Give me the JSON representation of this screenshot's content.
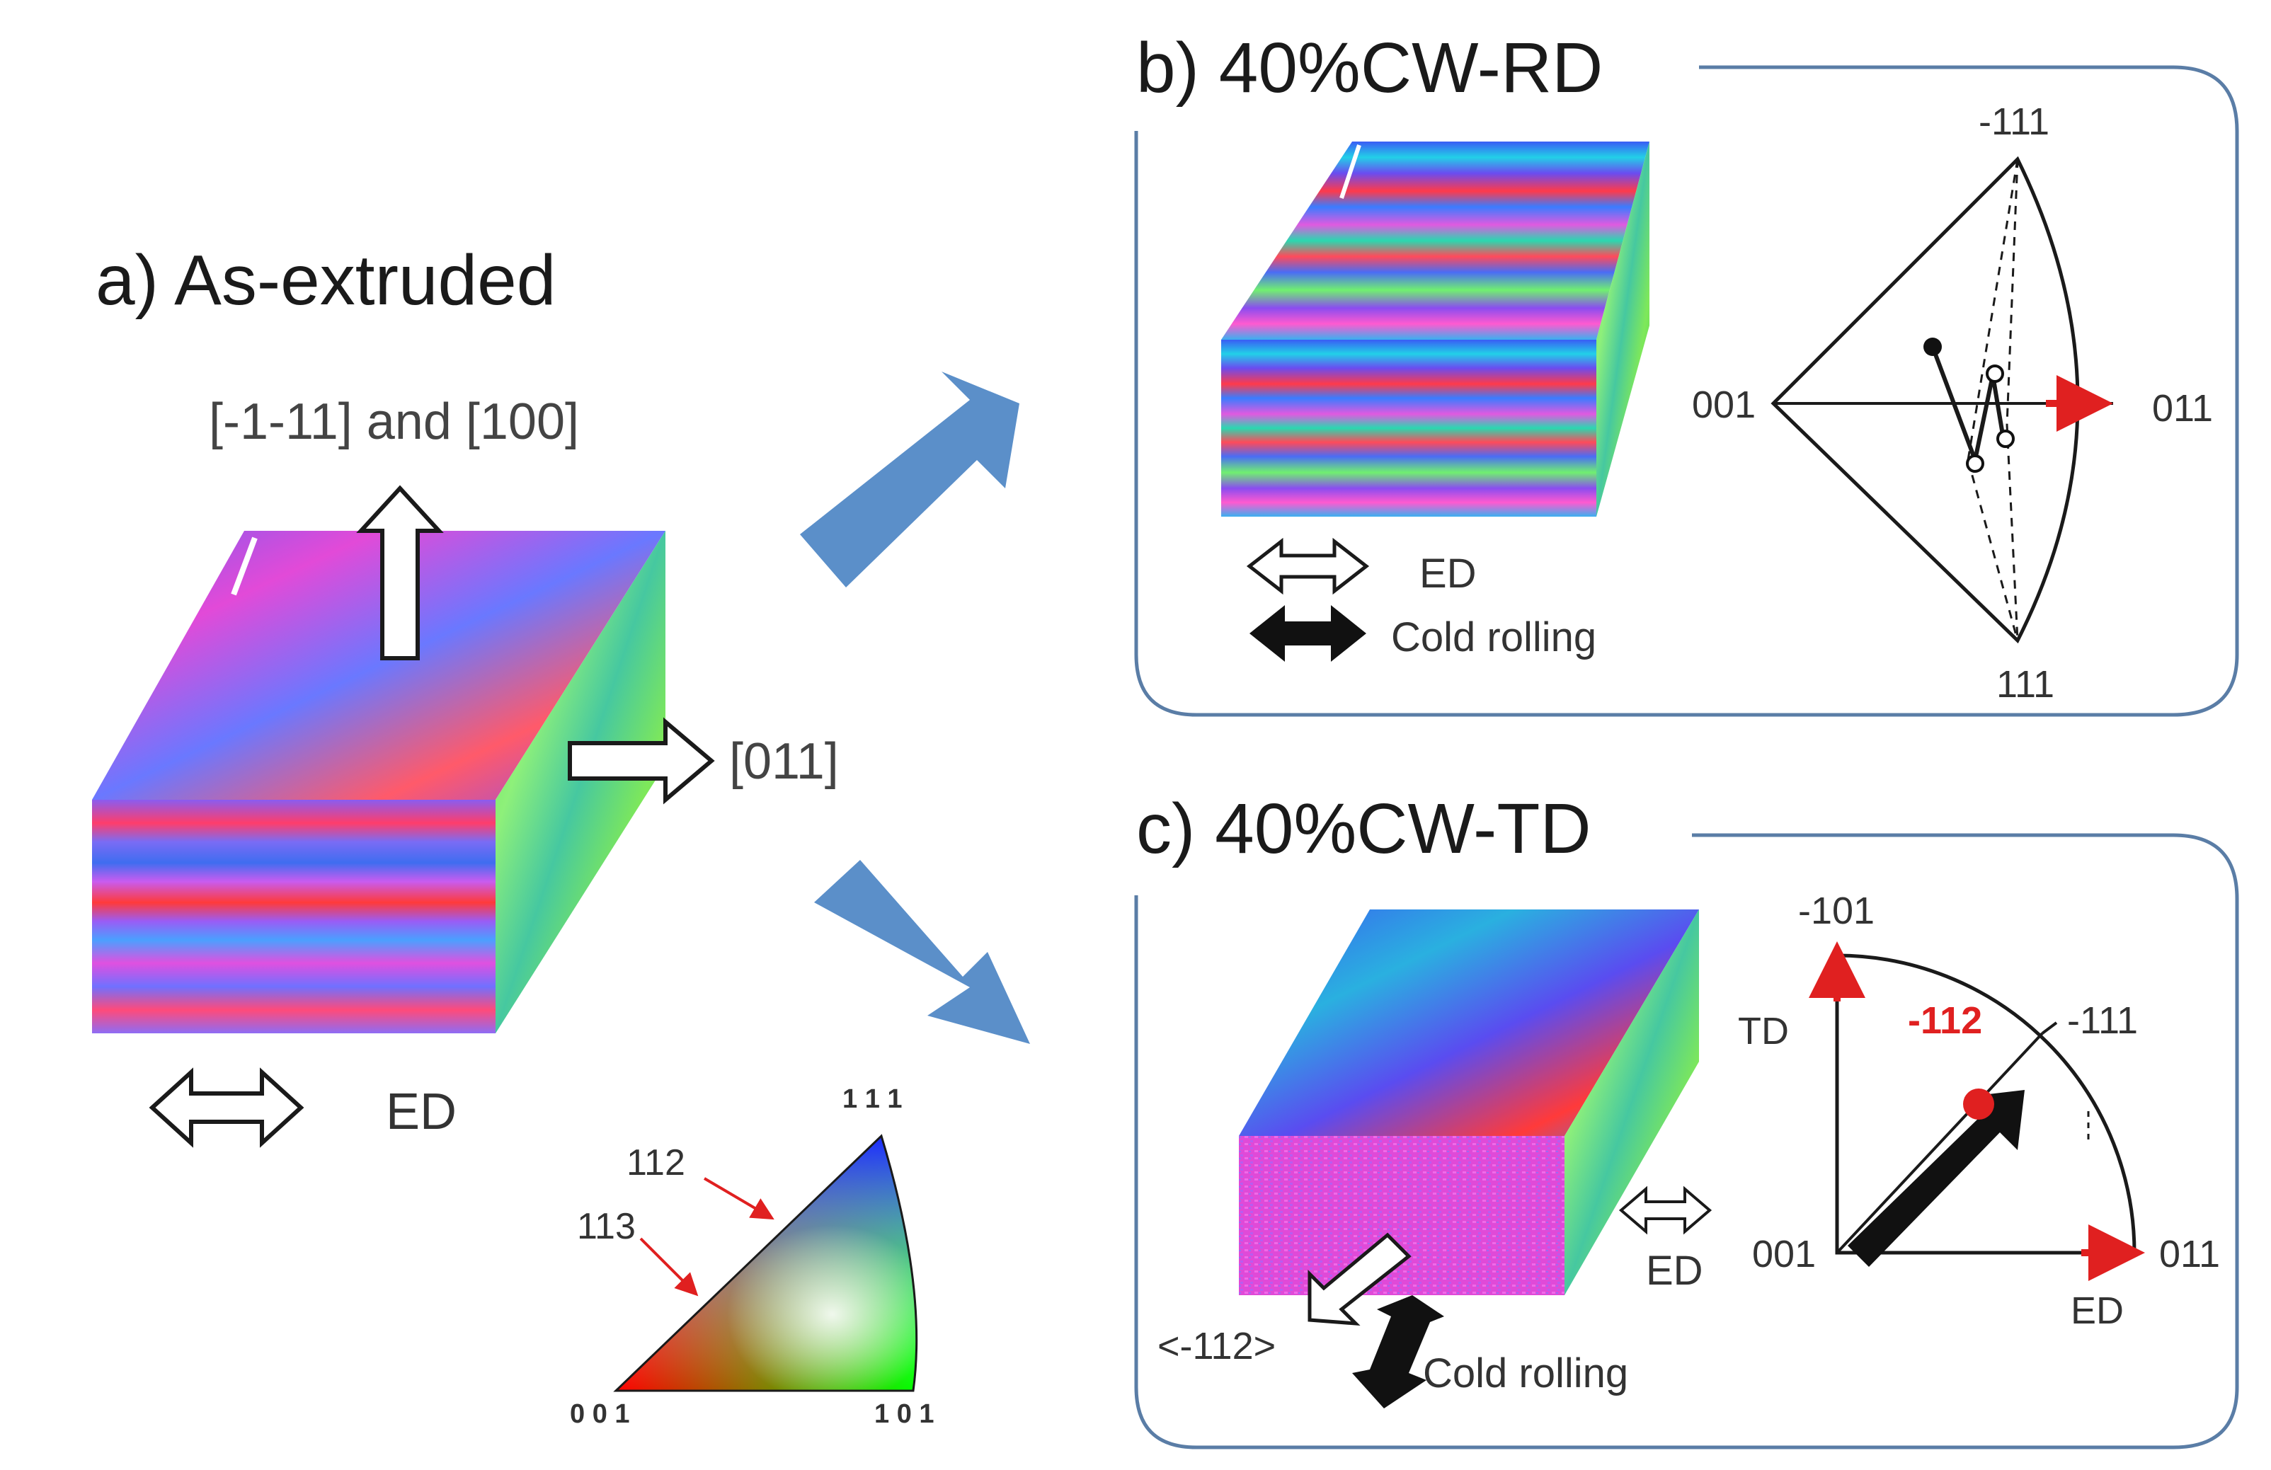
{
  "panel_a": {
    "title": "a) As-extruded",
    "axis_up_label": "[-1-11] and [100]",
    "axis_right_label": "[011]",
    "ed_label": "ED"
  },
  "panel_b": {
    "title": "b) 40%CW-RD",
    "ed_label": "ED",
    "rolling_label": "Cold rolling",
    "pole_figure": {
      "pole_top": "-111",
      "pole_left": "001",
      "pole_right": "011",
      "pole_bottom": "111"
    }
  },
  "panel_c": {
    "title": "c) 40%CW-TD",
    "ed_label_block": "ED",
    "direction_label": "<-112>",
    "rolling_label": "Cold rolling",
    "pole_figure": {
      "pole_top": "-101",
      "pole_left": "TD",
      "pole_highlight": "-112",
      "pole_diag": "-111",
      "pole_origin": "001",
      "pole_right": "011",
      "pole_bottom": "ED"
    }
  },
  "color_key": {
    "label_112": "112",
    "label_113": "113",
    "corner_top": "1 1 1",
    "corner_left": "0 0 1",
    "corner_right": "1 0 1"
  },
  "colors": {
    "flow_arrow": "#5b8fc9",
    "panel_border": "#5a7da6",
    "highlight_red": "#e02020"
  }
}
